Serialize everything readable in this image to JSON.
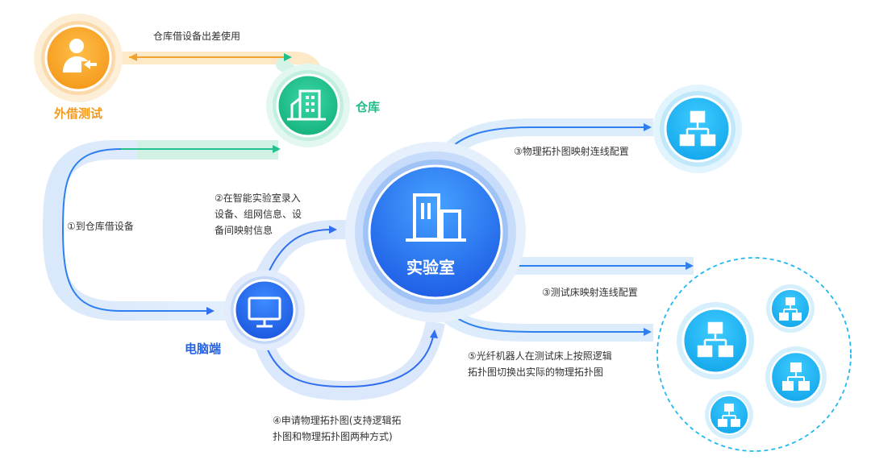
{
  "nodes": {
    "external_test": "外借测试",
    "warehouse": "仓库",
    "pc": "电脑端",
    "lab": "实验室"
  },
  "steps": {
    "borrow_for_trip": "仓库借设备出差使用",
    "step1": "①到仓库借设备",
    "step2": [
      "②在智能实验室录入",
      "设备、组网信息、设",
      "备间映射信息"
    ],
    "step3_physical": "③物理拓扑图映射连线配置",
    "step3_testbed": "③测试床映射连线配置",
    "step4": [
      "④申请物理拓扑图(支持逻辑拓",
      "扑图和物理拓扑图两种方式)"
    ],
    "step5": [
      "⑤光纤机器人在测试床上按照逻辑",
      "拓扑图切换出实际的物理拓扑图"
    ]
  },
  "colors": {
    "orange": "#f7a531",
    "green": "#22c491",
    "blue": "#2f6ff0",
    "cyan": "#22b8f0"
  },
  "icons": {
    "external_test": "user-arrow-icon",
    "warehouse": "building-icon",
    "pc": "monitor-icon",
    "lab": "office-building-icon",
    "topology": "network-topology-icon"
  }
}
